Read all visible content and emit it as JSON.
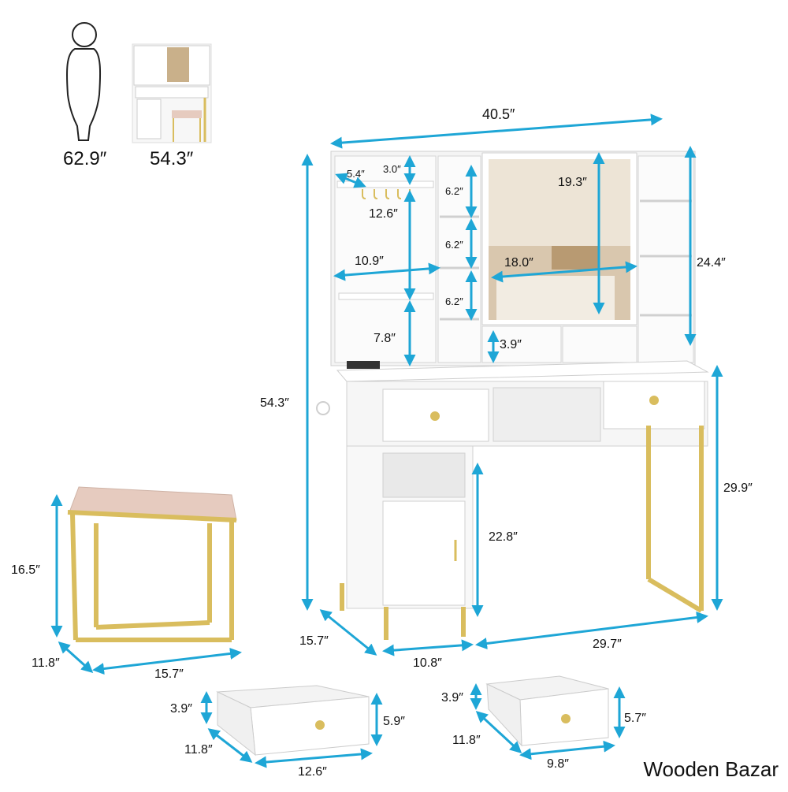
{
  "colors": {
    "dimension": "#1ea6d6",
    "panel": "#ffffff",
    "edge": "#c9c9c9",
    "gold": "#d9bd5e",
    "cushion": "#e6cbbf"
  },
  "icons": [
    "person-silhouette-icon",
    "vanity-thumbnail-icon",
    "drawer-knob-icon"
  ],
  "scale_labels": {
    "person_height": "62.9″",
    "vanity_height": "54.3″"
  },
  "vanity": {
    "total_width": "40.5″",
    "total_height": "54.3″",
    "hutch_height": "24.4″",
    "desk_height": "29.9″",
    "knee_clearance": "22.8″",
    "depth": "15.7″",
    "cabinet_width": "10.8″",
    "leg_span": "29.7″",
    "hook_shelf_depth": "5.4″",
    "hook_shelf_gap": "3.0″",
    "left_shelf_gap": "12.6″",
    "left_shelf_width": "10.9″",
    "lower_shelf_gap": "7.8″",
    "cubby_1": "6.2″",
    "cubby_2": "6.2″",
    "cubby_3": "6.2″",
    "mirror_height": "19.3″",
    "mirror_width": "18.0″",
    "bottom_cubby": "3.9″"
  },
  "stool": {
    "height": "16.5″",
    "depth": "11.8″",
    "width": "15.7″"
  },
  "drawer_large": {
    "height_inner": "3.9″",
    "height_outer": "5.9″",
    "depth": "11.8″",
    "width": "12.6″"
  },
  "drawer_small": {
    "height_inner": "3.9″",
    "height_outer": "5.7″",
    "depth": "11.8″",
    "width": "9.8″"
  },
  "watermark": "Wooden Bazar"
}
